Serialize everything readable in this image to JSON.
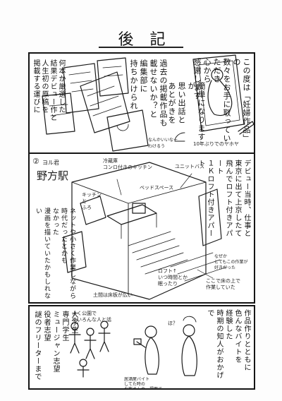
{
  "page_title": "後 記",
  "panel1": {
    "col_thanks": "この度は「妊婦作品」の\n数々をお手に取っていただき\n心から\n感謝します",
    "col_easy": "簡単になりますが\n思い出話と\nあとがきを",
    "col_past": "過去の掲載作品も\n載せないか？と\n編集部に\n持ちかけられ",
    "col_left": "何本か厳選した\n結果デビュー作と\n人生初の原稿を\n掲載する運びに",
    "note_tomorrow": "なんかいいなー\nわけるう",
    "note_sketch": "10年ぶりでのヤホヤ"
  },
  "panel2": {
    "circle": "②",
    "heading_pre": "ヨル君",
    "heading": "野方駅",
    "col_debut": "デビュー当時、仕事と\n東京に出て上京したて\n飛んでロフト付きアパート\n１Ｋロフト付きアパート",
    "col_desk": "ネットや小さく作業しながら\n時代だったとかも\nなかった\n漫画を描いていたかもしれない",
    "note_cold": "冷蔵庫\nコンロ付きのキッチン",
    "note_bath": "ユニットバス",
    "note_kitchen": "キッチン\nと\nふろ",
    "note_bed": "ベッドスペース",
    "note_loft": "ロフト↑\nいつ時間とか\n眠ったり",
    "note_floor": "ここで床の上で\n作業していた",
    "note_desk": "土間は床板が広い",
    "note_bottom": "なぜか\nとてもこの作業が\n好きだった"
  },
  "panel3": {
    "col_right": "作品作りとともに\n色んなバイトを\n経験した\n時期の知人がおかげで",
    "col_jobs": "大学生\n専門学生\nミュージャン志望\n役者志望\n謎のフリーターまで",
    "note_scene": "よく公園で\nでいろんな人と話",
    "note_bottom": "居酒屋バイト\nしてた時の\nお客さんの一場面で",
    "note_fig": "ほ？"
  }
}
